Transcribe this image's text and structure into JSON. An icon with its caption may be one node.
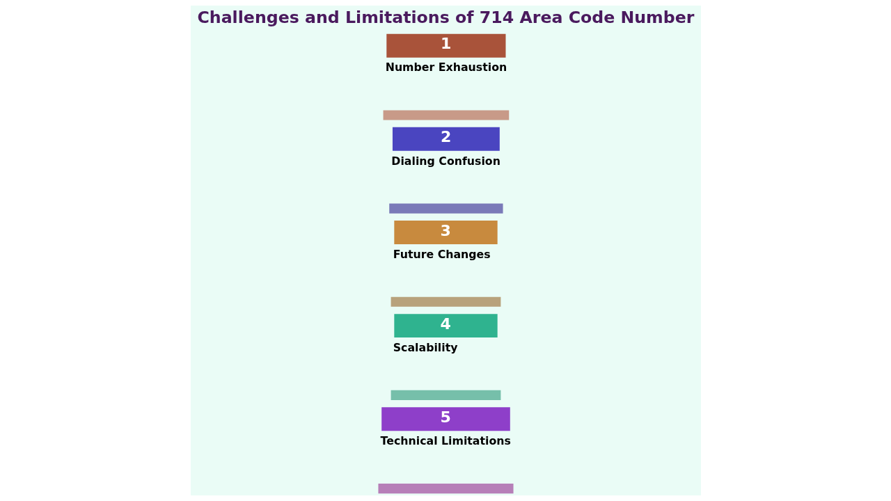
{
  "diagram": {
    "title": "Challenges and Limitations of 714 Area Code Number",
    "nodes": [
      {
        "text": [
          "1",
          "Number Exhaustion"
        ]
      },
      {
        "text": [
          "2",
          "Dialing Confusion"
        ]
      },
      {
        "text": [
          "3",
          "Future Changes"
        ]
      },
      {
        "text": [
          "4",
          "Scalability"
        ]
      },
      {
        "text": [
          "5",
          "Technical Limitations"
        ]
      }
    ]
  }
}
